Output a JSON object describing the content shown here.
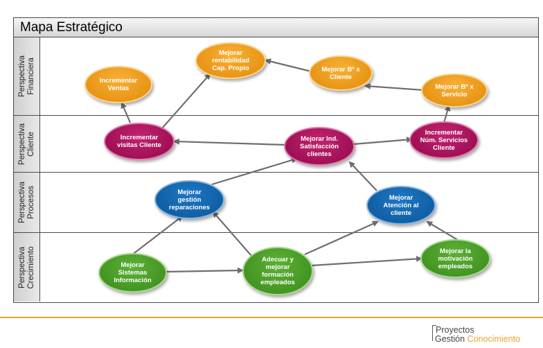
{
  "title": "Mapa Estratégico",
  "lanes": [
    {
      "label_line1": "Perspectiva",
      "label_line2": "Financiera"
    },
    {
      "label_line1": "Perspectiva",
      "label_line2": "Cliente"
    },
    {
      "label_line1": "Perspectiva",
      "label_line2": "Procesos"
    },
    {
      "label_line1": "Perspectiva",
      "label_line2": "Crecimiento"
    }
  ],
  "nodes": {
    "incrementar_ventas": {
      "line1": "Incrementar",
      "line2": "Ventas"
    },
    "mejorar_rentabilidad": {
      "line1": "Mejorar",
      "line2": "rentabilidad",
      "line3": "Cap. Propio"
    },
    "mejorar_bo_cliente": {
      "line1": "Mejorar Bº x",
      "line2": "Cliente"
    },
    "mejorar_bo_servicio": {
      "line1": "Mejorar Bº x",
      "line2": "Servicio"
    },
    "incrementar_visitas": {
      "line1": "Incrementar",
      "line2": "visitas Cliente"
    },
    "mejorar_satisfaccion": {
      "line1": "Mejorar Ind.",
      "line2": "Satisfacción",
      "line3": "clientes"
    },
    "incrementar_servicios": {
      "line1": "Incrementar",
      "line2": "Núm. Servicios",
      "line3": "Cliente"
    },
    "mejorar_reparaciones": {
      "line1": "Mejorar",
      "line2": "gestión",
      "line3": "reparaciones"
    },
    "mejorar_atencion": {
      "line1": "Mejorar",
      "line2": "Atención al",
      "line3": "cliente"
    },
    "mejorar_sistemas": {
      "line1": "Mejorar",
      "line2": "Sistemas",
      "line3": "Información"
    },
    "adecuar_formacion": {
      "line1": "Adecuar y",
      "line2": "mejorar",
      "line3": "formación",
      "line4": "empleados"
    },
    "mejorar_motivacion": {
      "line1": "Mejorar la",
      "line2": "motivación",
      "line3": "empleados"
    }
  },
  "colors": {
    "financiera": "#e8960f",
    "cliente": "#a30f5a",
    "procesos": "#0f63aa",
    "crecimiento": "#48a025",
    "arrow": "#6e6e6e",
    "accent": "#f0a030"
  },
  "logo": {
    "line1": "Proyectos",
    "line2_part1": "Gestión",
    "line2_part2": "Conocimiento"
  }
}
